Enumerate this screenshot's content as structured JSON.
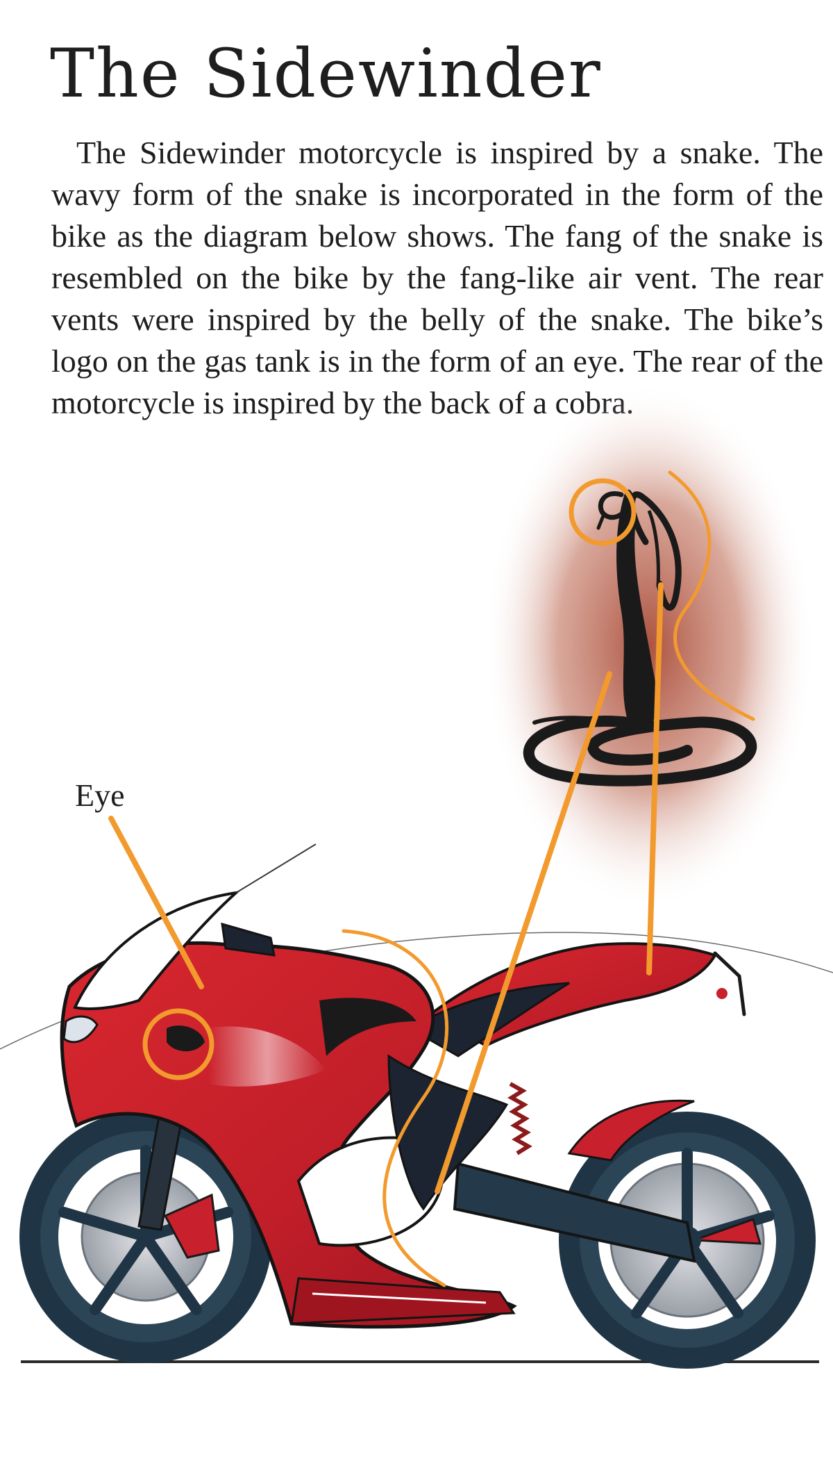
{
  "title": "The Sidewinder",
  "intro": "The Sidewinder motorcycle is inspired by a snake. The wavy form of the snake is incorporated in the form of the bike as the diagram below shows.  The fang of the snake is resembled on the bike by the fang-like air vent.  The rear vents were inspired by the belly of the snake.  The bike’s logo on the gas tank is in the form of an eye.  The rear of the motorcycle is inspired by the back of a cobra.",
  "labels": {
    "eye": "Eye"
  },
  "colors": {
    "accent_orange": "#f29a2e",
    "bike_red": "#c8202c",
    "tire_dark": "#1f3545",
    "ink": "#1e1e1e",
    "glow": "#a84a36"
  }
}
